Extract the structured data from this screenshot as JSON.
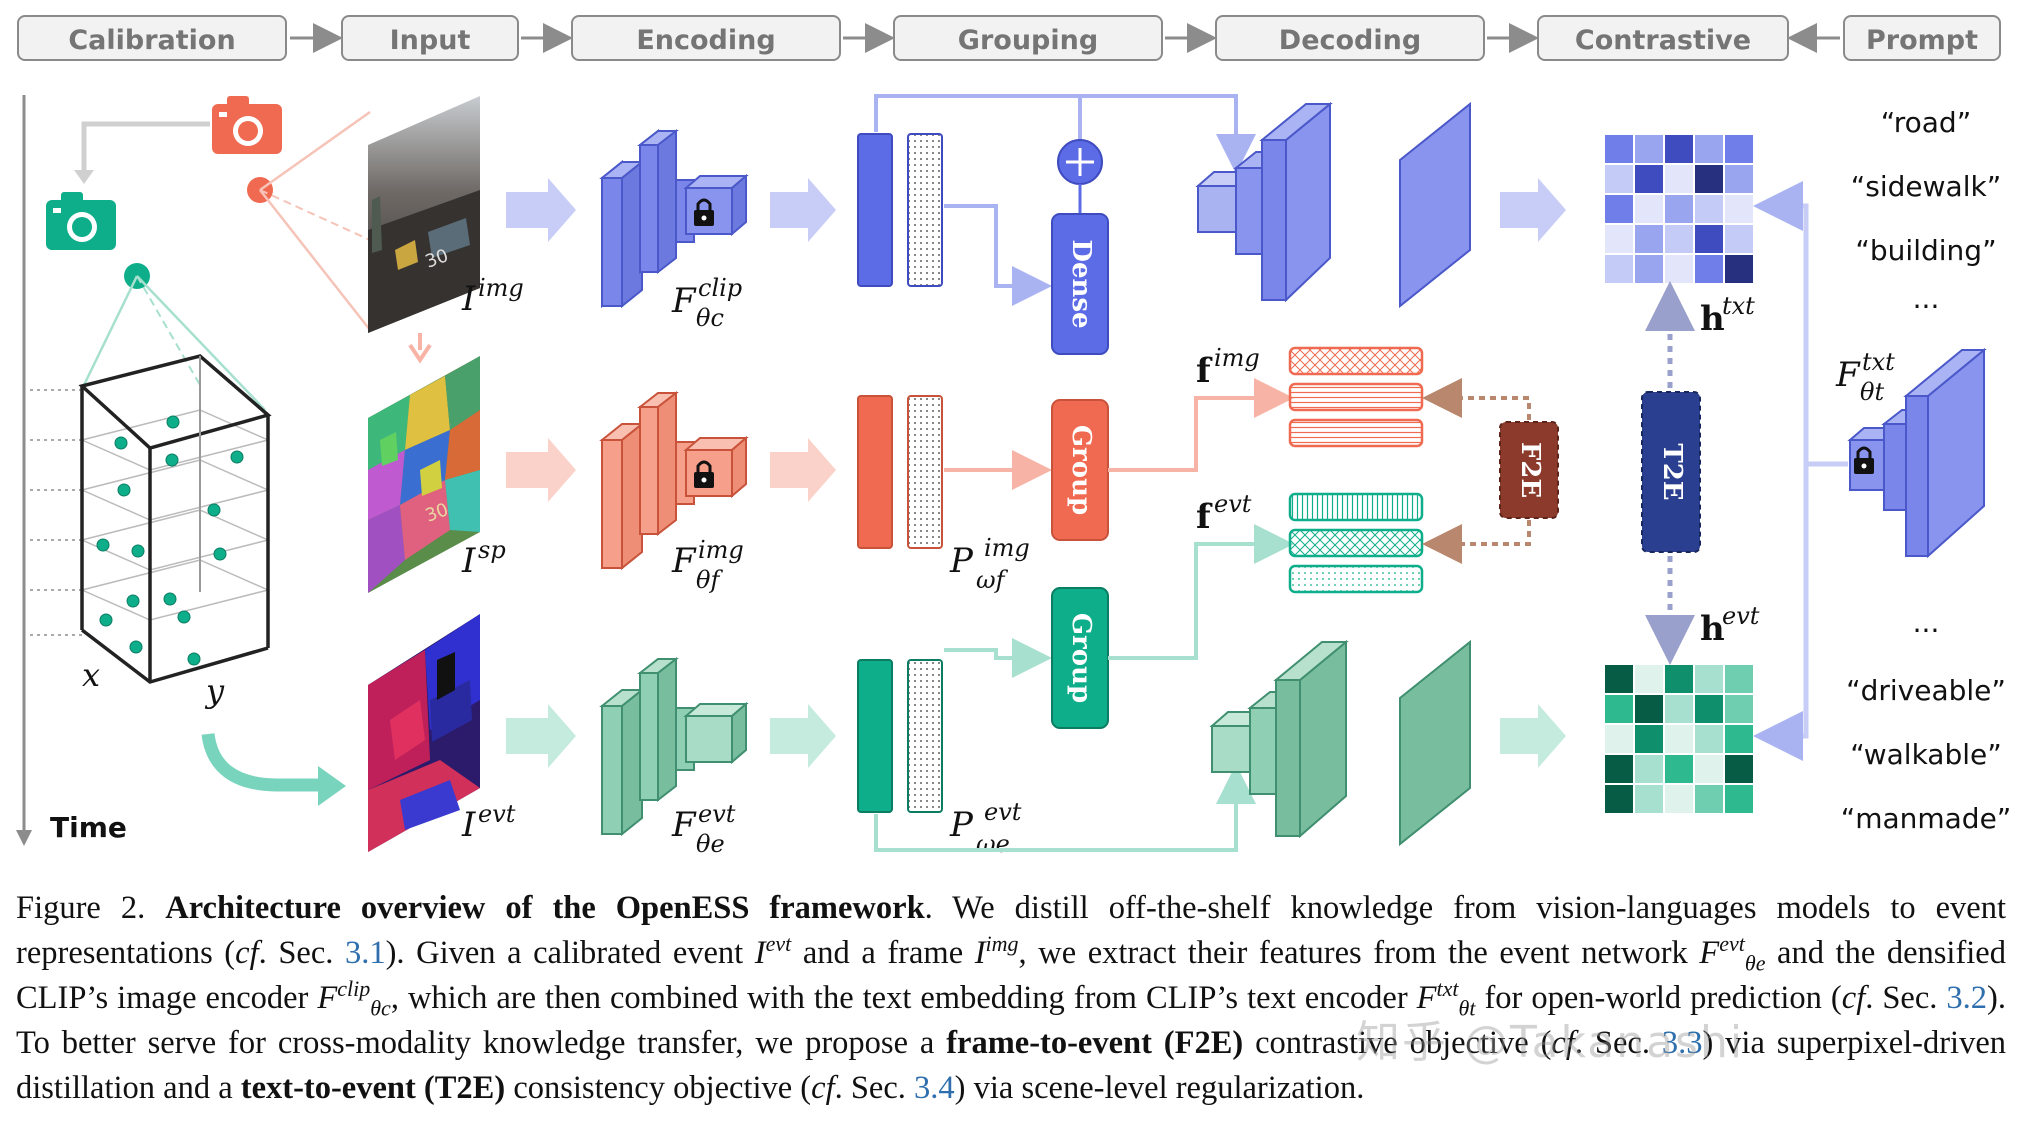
{
  "stages": [
    "Calibration",
    "Input",
    "Encoding",
    "Grouping",
    "Decoding",
    "Contrastive",
    "Prompt"
  ],
  "time_label": "Time",
  "axis_x": "x",
  "axis_y": "y",
  "inputs": {
    "img": {
      "base": "I",
      "sup": "img"
    },
    "sp": {
      "base": "I",
      "sup": "sp"
    },
    "evt": {
      "base": "I",
      "sup": "evt"
    }
  },
  "encoders": {
    "clip": {
      "base": "F",
      "sup": "clip",
      "sub": "θc"
    },
    "img": {
      "base": "F",
      "sup": "img",
      "sub": "θf"
    },
    "evt": {
      "base": "F",
      "sup": "evt",
      "sub": "θe"
    },
    "txt": {
      "base": "F",
      "sup": "txt",
      "sub": "θt"
    }
  },
  "projections": {
    "img": {
      "base": "P",
      "sup": "img",
      "sub": "ωf"
    },
    "evt": {
      "base": "P",
      "sup": "evt",
      "sub": "ωe"
    }
  },
  "modules": {
    "dense": "Dense",
    "group": "Group",
    "f2e": "F2E",
    "t2e": "T2E"
  },
  "features": {
    "f_img": {
      "base": "f",
      "sup": "img"
    },
    "f_evt": {
      "base": "f",
      "sup": "evt"
    },
    "h_txt": {
      "base": "h",
      "sup": "txt"
    },
    "h_evt": {
      "base": "h",
      "sup": "evt"
    }
  },
  "prompts_top": [
    "“road”",
    "“sidewalk”",
    "“building”",
    "..."
  ],
  "prompts_bottom": [
    "...",
    "“driveable”",
    "“walkable”",
    "“manmade”"
  ],
  "overlay_watermark": "知乎 @Takanashi",
  "caption": {
    "label": "Figure 2.",
    "title": "Architecture overview of the OpenESS framework",
    "s1": ". We distill off-the-shelf knowledge from vision-languages models to event representations (",
    "cf": "cf",
    "sec": ". Sec. ",
    "ref1": "3.1",
    "s2": "). Given a calibrated event ",
    "I": "I",
    "evt": "evt",
    "s3": " and a frame ",
    "img": "img",
    "s4": ", we extract their features from the event network ",
    "F": "F",
    "theta_e": "θe",
    "s5": " and the densified CLIP’s image encoder ",
    "clip": "clip",
    "theta_c": "θc",
    "s6": ", which are then combined with the text embedding from CLIP’s text encoder ",
    "txt": "txt",
    "theta_t": "θt",
    "s7": " for open-world prediction (",
    "ref2": "3.2",
    "s8": "). To better serve for cross-modality knowledge transfer, we propose a ",
    "f2e_bold": "frame-to-event (F2E)",
    "s9": " contrastive objective (",
    "ref3": "3.3",
    "s10": ") via superpixel-driven distillation and a ",
    "t2e_bold": "text-to-event (T2E)",
    "s11": " consistency objective (",
    "ref4": "3.4",
    "s12": ") via scene-level regularization."
  },
  "colors": {
    "blue": "#6f7ee8",
    "orange": "#ef6a50",
    "green": "#0fae8a",
    "brown": "#8b3a2b",
    "navy": "#2a3f8f"
  }
}
